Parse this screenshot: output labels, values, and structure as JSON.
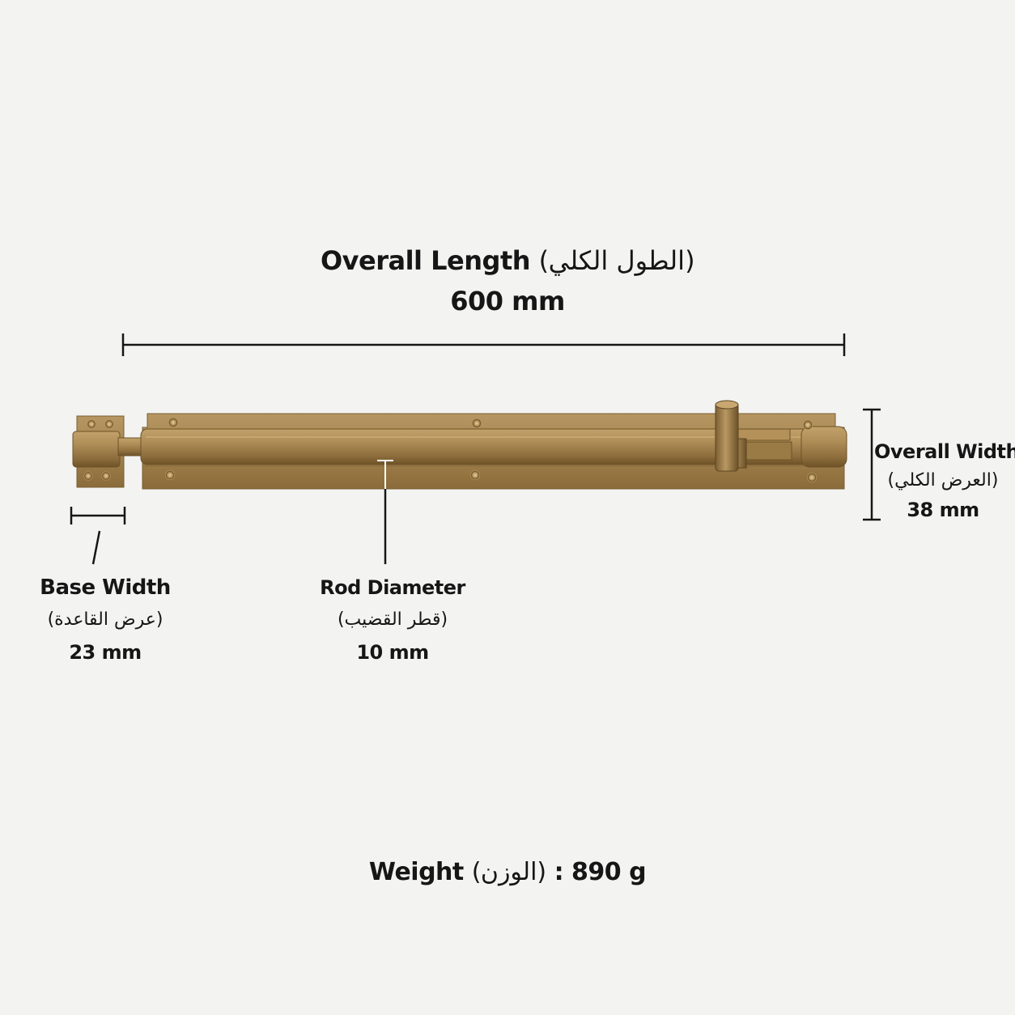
{
  "overall_length": {
    "label": "Overall Length",
    "label_ar": "(الطول الكلي)",
    "value": "600 mm"
  },
  "overall_width": {
    "label": "Overall Width",
    "label_ar": "(العرض الكلي)",
    "value": "38 mm"
  },
  "base_width": {
    "label": "Base Width",
    "label_ar": "(عرض القاعدة)",
    "value": "23 mm"
  },
  "rod_diameter": {
    "label": "Rod Diameter",
    "label_ar": "(قطر القضيب)",
    "value": "10 mm"
  },
  "weight": {
    "label": "Weight",
    "label_ar": "(الوزن)",
    "separator": ":",
    "value": "890 g"
  },
  "colors": {
    "background": "#f3f3f2",
    "text": "#161616",
    "brass": "#a8864f",
    "brass_dark": "#7a5e31",
    "brass_light": "#c9aa72",
    "dimension_line": "#161616"
  }
}
